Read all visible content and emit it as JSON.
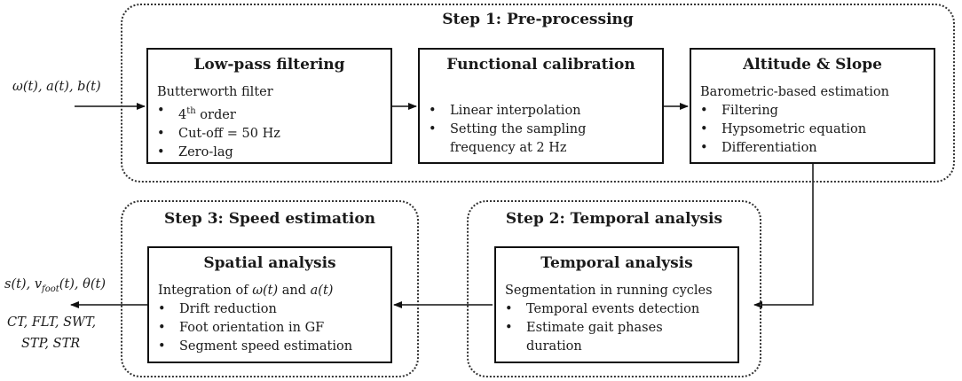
{
  "inputs": {
    "signals": "ω(t), a(t), b(t)"
  },
  "outputs": {
    "s": "s(t), ",
    "v_base": "v",
    "v_sub": "foot",
    "v_rest": "(t), θ(t)",
    "metrics_line1": "CT, FLT, SWT,",
    "metrics_line2": "STP, STR"
  },
  "step1": {
    "title": "Step 1: Pre-processing",
    "lowpass": {
      "title": "Low-pass filtering",
      "lead": "Butterworth filter",
      "order_num": "4",
      "order_sup": "th",
      "order_word": " order",
      "items": [
        "Cut-off = 50 Hz",
        "Zero-lag"
      ]
    },
    "calibration": {
      "title": "Functional calibration",
      "items": [
        "Linear interpolation",
        "Setting the sampling"
      ],
      "continuation": "frequency at 2 Hz"
    },
    "altitude": {
      "title": "Altitude & Slope",
      "lead": "Barometric-based estimation",
      "items": [
        "Filtering",
        "Hypsometric equation",
        "Differentiation"
      ]
    }
  },
  "step2": {
    "title": "Step 2: Temporal analysis",
    "temporal": {
      "title": "Temporal analysis",
      "lead": "Segmentation in running cycles",
      "items": [
        "Temporal events detection",
        "Estimate gait phases"
      ],
      "continuation": "duration"
    }
  },
  "step3": {
    "title": "Step 3: Speed estimation",
    "spatial": {
      "title": "Spatial analysis",
      "lead_prefix": "Integration of ",
      "lead_var1": "ω(t)",
      "lead_mid": " and ",
      "lead_var2": "a(t)",
      "items": [
        "Drift reduction",
        "Foot orientation in GF",
        "Segment speed estimation"
      ]
    }
  },
  "bullet": "•"
}
